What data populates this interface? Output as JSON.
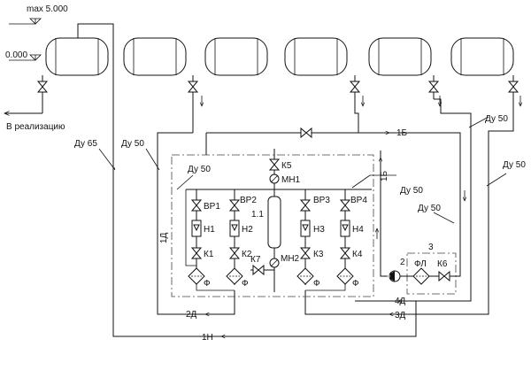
{
  "levels": {
    "max": "max 5.000",
    "zero": "0.000"
  },
  "outlet": {
    "label": "В реализацию"
  },
  "pipes": {
    "du65": "Ду 65",
    "du50_a": "Ду 50",
    "du50_b": "Ду 50",
    "du50_c": "Ду 50",
    "du50_d": "Ду 50",
    "du50_e": "Ду 50",
    "du50_f": "Ду 50"
  },
  "lines": {
    "l1b_h": "1Б",
    "l1b_v": "1Б",
    "l1d": "1Д",
    "l2d": "2Д",
    "l3d": "3Д",
    "l4d": "4Д",
    "l1n": "1Н"
  },
  "equipment": {
    "k5": "К5",
    "mn1": "МН1",
    "item_1_1": "1.1",
    "br1": "ВР1",
    "br2": "ВР2",
    "br3": "ВР3",
    "br4": "ВР4",
    "n1": "Н1",
    "n2": "Н2",
    "n3": "Н3",
    "n4": "Н4",
    "k1": "К1",
    "k2": "К2",
    "k3": "К3",
    "k4": "К4",
    "k7": "К7",
    "mn2": "МН2",
    "f1": "Ф",
    "f2": "Ф",
    "f3": "Ф",
    "f4": "Ф",
    "pump_no": "2",
    "skid_no": "3",
    "fl": "ФЛ",
    "k6": "К6"
  }
}
